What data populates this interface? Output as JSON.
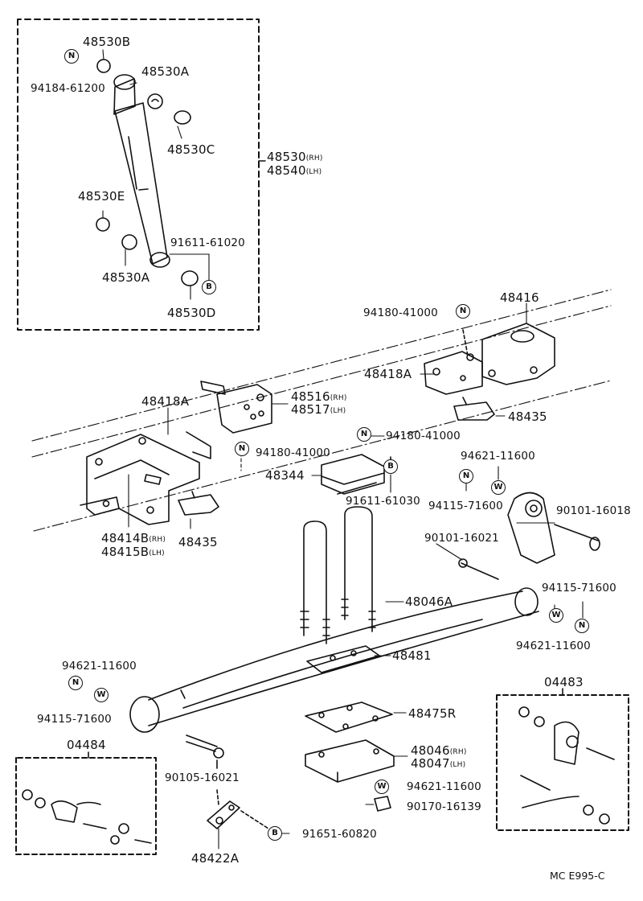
{
  "labels": {
    "p48530B": "48530B",
    "p94184": "94184-61200",
    "p48530A_top": "48530A",
    "p48530C": "48530C",
    "p48530E": "48530E",
    "p91611_61020": "91611-61020",
    "p48530A_bot": "48530A",
    "p48530D": "48530D",
    "p48530": "48530",
    "p48540": "48540",
    "p94180_top": "94180-41000",
    "p48416": "48416",
    "p48418A_right": "48418A",
    "p48435_right": "48435",
    "p48418A_left": "48418A",
    "p48516": "48516",
    "p48517": "48517",
    "p94180_mid": "94180-41000",
    "p94180_left": "94180-41000",
    "p48344": "48344",
    "p94621_r1": "94621-11600",
    "p94115_r1": "94115-71600",
    "p91611_61030": "91611-61030",
    "p90101_16018": "90101-16018",
    "p48414B": "48414B",
    "p48415B": "48415B",
    "p48435_left": "48435",
    "p90101_16021": "90101-16021",
    "p48046A": "48046A",
    "p94115_r2": "94115-71600",
    "p94621_r2": "94621-11600",
    "p94621_l": "94621-11600",
    "p48481": "48481",
    "p94115_l": "94115-71600",
    "p48475R": "48475R",
    "p04483": "04483",
    "p04484": "04484",
    "p48046": "48046",
    "p48047": "48047",
    "p90105_16021": "90105-16021",
    "p94621_bot": "94621-11600",
    "p90170_16139": "90170-16139",
    "p91651_60820": "91651-60820",
    "p48422A": "48422A",
    "diagram_code": "MC E995-C"
  },
  "suffixes": {
    "rh": "(RH)",
    "lh": "(LH)"
  },
  "symbols": {
    "n": "N",
    "w": "W",
    "b": "B"
  }
}
